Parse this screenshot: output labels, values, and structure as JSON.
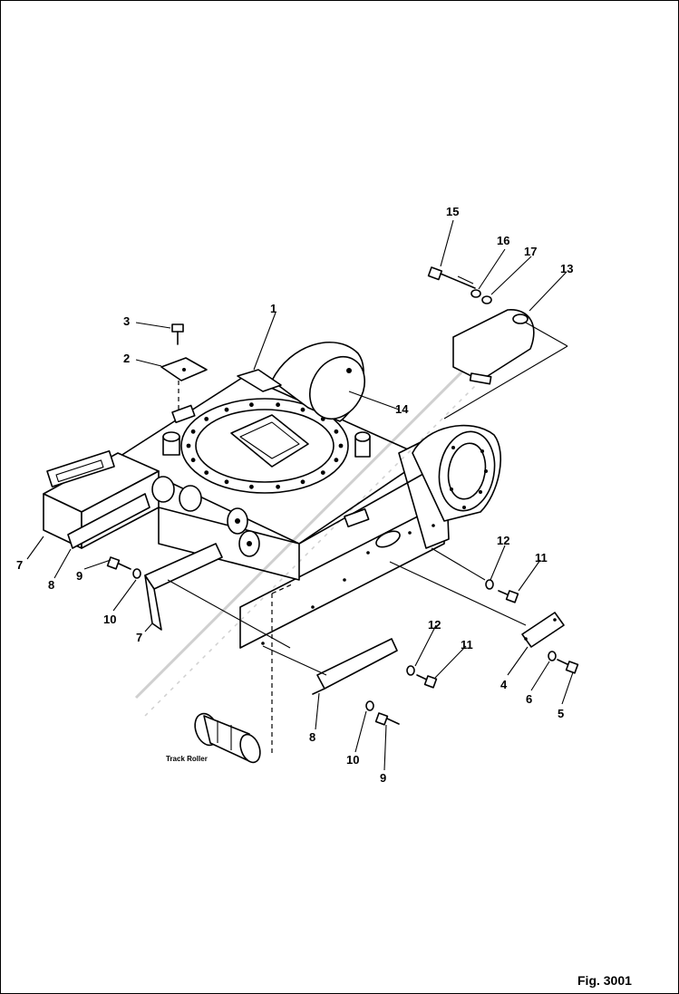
{
  "figure_label": "Fig. 3001",
  "part_label": "Track Roller",
  "callouts": [
    "1",
    "2",
    "3",
    "4",
    "5",
    "6",
    "7",
    "7",
    "8",
    "8",
    "9",
    "9",
    "10",
    "10",
    "11",
    "11",
    "12",
    "12",
    "13",
    "14",
    "15",
    "16",
    "17"
  ]
}
